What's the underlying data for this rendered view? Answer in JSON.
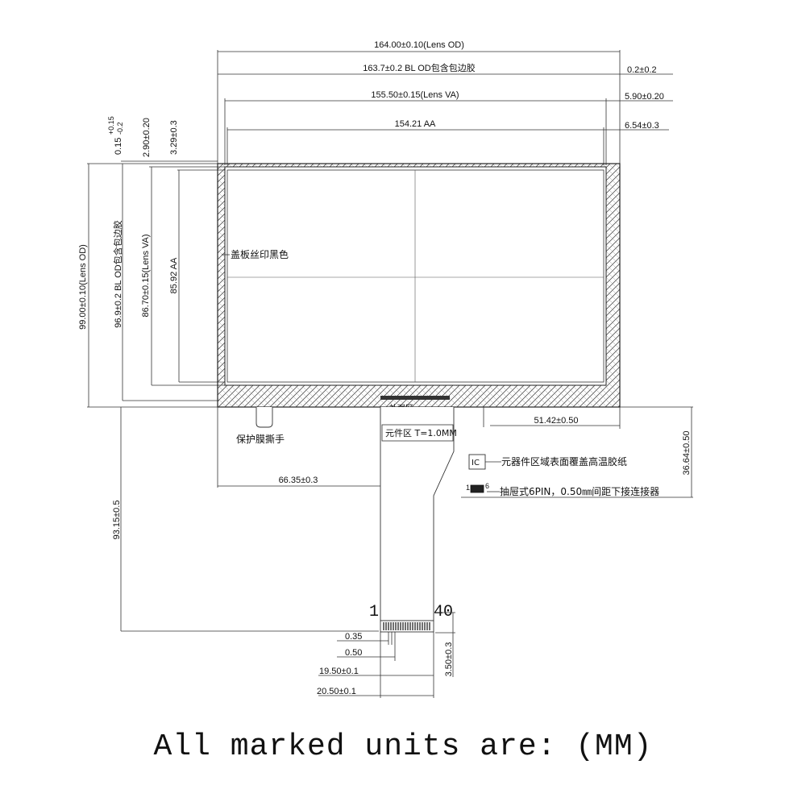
{
  "dimensions": {
    "lens_od_width": "164.00±0.10(Lens OD)",
    "bl_od_width": "163.7±0.2 BL OD包含包边胶",
    "lens_va_width": "155.50±0.15(Lens VA)",
    "aa_width": "154.21 AA",
    "edge_0_2": "0.2±0.2",
    "edge_5_90": "5.90±0.20",
    "edge_6_54": "6.54±0.3",
    "top_0_15": "0.15",
    "top_0_15_tol_plus": "+0.15",
    "top_0_15_tol_minus": "-0.2",
    "top_2_90": "2.90±0.20",
    "top_3_29": "3.29±0.3",
    "lens_od_height": "99.00±0.10(Lens OD)",
    "bl_od_height": "96.9±0.2 BL OD包含包边胶",
    "lens_va_height": "86.70±0.15(Lens VA)",
    "aa_height": "85.92 AA",
    "fpc_offset": "51.42±0.50",
    "fpc_center": "66.35±0.3",
    "right_36_64": "36.64±0.50",
    "total_93_15": "93.15±0.5",
    "pitch_0_35": "0.35",
    "pitch_0_50": "0.50",
    "width_19_50": "19.50±0.1",
    "width_20_50": "20.50±0.1",
    "stiffener_3_50": "3.50±0.3"
  },
  "notes": {
    "cover_print": "盖板丝印黑色",
    "protect_film": "保护膜撕手",
    "stiffener": "补强区",
    "component_area": "元件区 T=1.0MM",
    "ic_label": "IC",
    "ic_note": "元器件区域表面覆盖高温胶纸",
    "connector_pin1": "1",
    "connector_pin6": "6",
    "connector_note": "抽屉式6PIN，0.50㎜间距下接连接器",
    "pin_first": "1",
    "pin_last": "40"
  },
  "footer": {
    "units": "All marked units are: (MM)"
  }
}
